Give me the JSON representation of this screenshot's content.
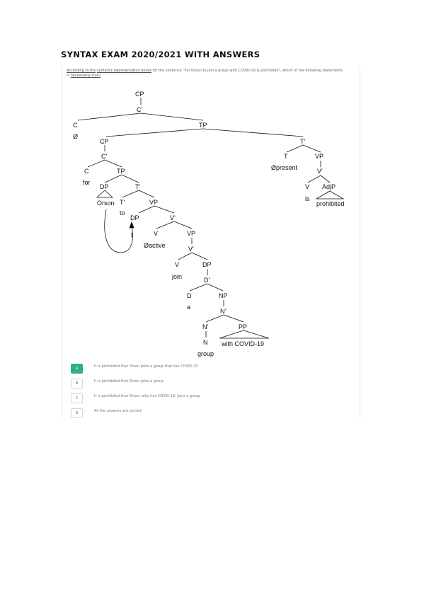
{
  "header": {
    "title": "SYNTAX EXAM 2020/2021 WITH ANSWERS"
  },
  "question": {
    "prefix": "According to the",
    "link_text": "syntactic representation below",
    "middle": "for the sentence \"For Orson to join a group with COVID-19 is prohibited\", which of the following statements is",
    "link_text2": "necessarily true?"
  },
  "tree": {
    "labels": {
      "cp_top": "CP",
      "cbar_top": "C'",
      "c_top": "C",
      "empty_c": "Ø",
      "tp_top": "TP",
      "tbar_right": "T'",
      "t_right": "T",
      "t_present": "Øpresent",
      "vp_right": "VP",
      "vbar_right": "V'",
      "v_right": "V",
      "is": "is",
      "adjp": "AdjP",
      "prohibited": "prohibited",
      "cp_inner": "CP",
      "cbar_inner": "C'",
      "c_inner": "C",
      "for": "for",
      "tp_inner": "TP",
      "dp_subj": "DP",
      "orson": "Orson",
      "tbar_inner": "T'",
      "t_inner": "T'",
      "to": "to",
      "vp_inner": "VP",
      "dp_trace": "DP",
      "trace": "t",
      "vbar_inner": "V'",
      "v_active": "V",
      "active": "Øactive",
      "vp_lower": "VP",
      "vbar_lower": "V'",
      "v_join": "V",
      "join": "join",
      "dp_obj": "DP",
      "dbar": "D'",
      "d": "D",
      "a": "a",
      "np": "NP",
      "nbar": "N'",
      "nbar_low": "N'",
      "n": "N",
      "group": "group",
      "pp": "PP",
      "with_covid": "with COVID-19"
    }
  },
  "options": [
    {
      "letter": "A",
      "text": "It is prohibited that Orson joins a group that has COVID-19",
      "selected": true
    },
    {
      "letter": "B",
      "text": "It is prohibited that Orson joins a group",
      "selected": false
    },
    {
      "letter": "C",
      "text": "It is prohibited that Orson, who has COVID-19, joins a group",
      "selected": false
    },
    {
      "letter": "D",
      "text": "All the answers are correct",
      "selected": false
    }
  ]
}
